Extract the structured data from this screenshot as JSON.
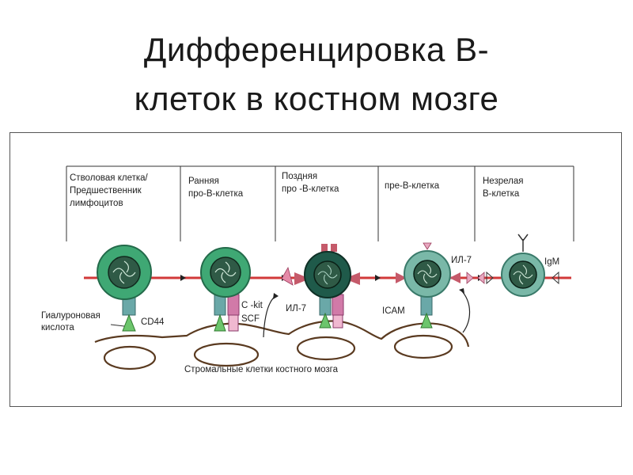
{
  "slide": {
    "title_line1": "Дифференцировка B-",
    "title_line2": "клеток в костном мозге"
  },
  "stages": [
    {
      "lines": [
        "Стволовая клетка/",
        "Предшественник",
        "лимфоцитов"
      ]
    },
    {
      "lines": [
        "Ранняя",
        "про-B-клетка"
      ]
    },
    {
      "lines": [
        "Поздняя",
        "про -B-клетка"
      ]
    },
    {
      "lines": [
        "пре-B-клетка"
      ]
    },
    {
      "lines": [
        "Незрелая",
        "B-клетка"
      ]
    }
  ],
  "labels": {
    "hyaluronic_line1": "Гиалуроновая",
    "hyaluronic_line2": "кислота",
    "cd44": "CD44",
    "ckit": "C -kit",
    "scf": "SCF",
    "il7_a": "ИЛ-7",
    "il7_b": "ИЛ-7",
    "icam": "ICAM",
    "igm": "IgM",
    "stroma": "Стромальные клетки костного мозга"
  },
  "colors": {
    "cell_green": "#3fa874",
    "cell_dark": "#1f5a4a",
    "cell_light": "#7ab8a8",
    "nucleus": "#2f5a46",
    "axis_red": "#d23a3a",
    "stroma": "#5a3a20",
    "receptor_green": "#6cc56c",
    "receptor_teal": "#6aa8a8",
    "receptor_pink": "#d17aa8",
    "receptor_mauve": "#c55a6a"
  }
}
